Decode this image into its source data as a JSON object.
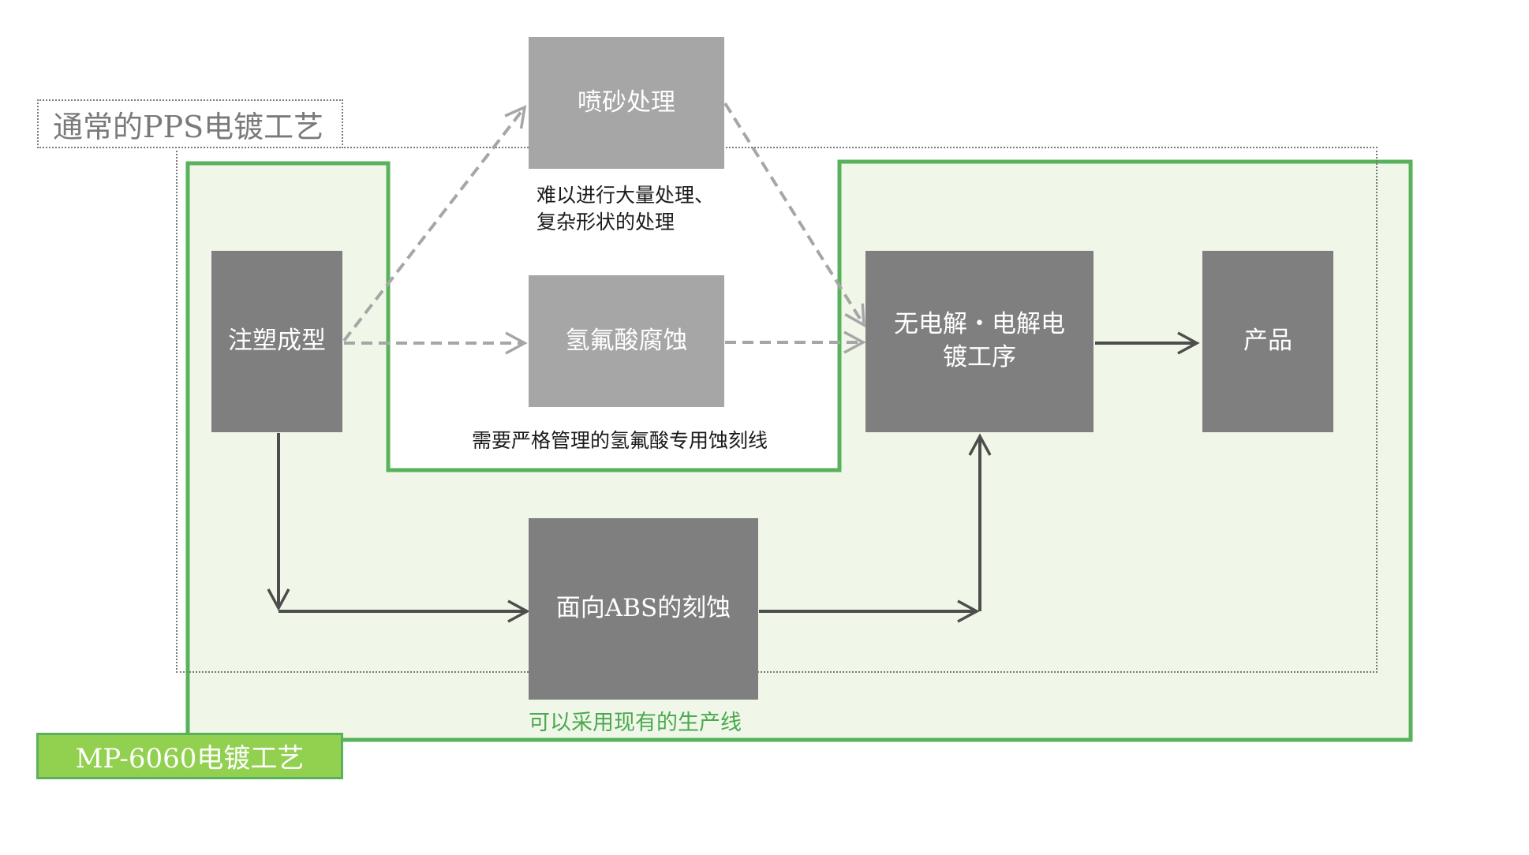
{
  "labels": {
    "conventional": "通常的PPS电镀工艺",
    "mp6060": "MP-6060电镀工艺"
  },
  "boxes": {
    "injection": "注塑成型",
    "sandblast": "喷砂处理",
    "hf_etch": "氢氟酸腐蚀",
    "abs_etch": "面向ABS的刻蚀",
    "plating_line1": "无电解・电解电",
    "plating_line2": "镀工序",
    "product": "产品"
  },
  "notes": {
    "sandblast_line1": "难以进行大量处理、",
    "sandblast_line2": "复杂形状的处理",
    "hf_note": "需要严格管理的氢氟酸专用蚀刻线",
    "abs_note": "可以采用现有的生产线"
  },
  "colors": {
    "dark_box": "#7f7f7f",
    "light_box": "#a6a6a6",
    "green_border": "#58b25c",
    "green_fill": "#f0f7e8",
    "green_label": "#92d050",
    "green_text": "#4aa84f",
    "dashed_arrow": "#a6a6a6",
    "solid_arrow": "#4d4d4d"
  }
}
